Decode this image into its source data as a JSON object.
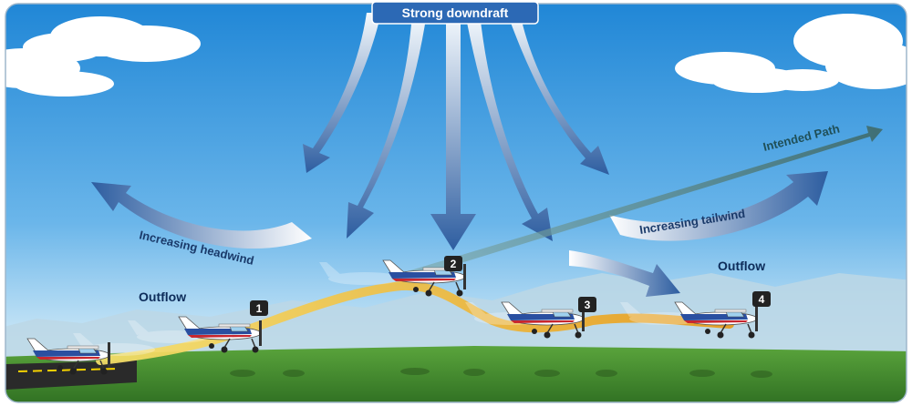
{
  "title": "Strong downdraft",
  "labels": {
    "outflow_left": "Outflow",
    "outflow_right": "Outflow",
    "headwind": "Increasing headwind",
    "tailwind": "Increasing tailwind",
    "intended_path": "Intended Path"
  },
  "positions": [
    "1",
    "2",
    "3",
    "4"
  ],
  "colors": {
    "sky_top": "#1f86d6",
    "sky_bottom": "#cfe9f7",
    "ground": "#3f8a2c",
    "flight_path": "#f0b820",
    "intended_path": "#3f6f75",
    "arrow_dark": "#2f5fa0",
    "title_bg": "#2c69b5"
  }
}
